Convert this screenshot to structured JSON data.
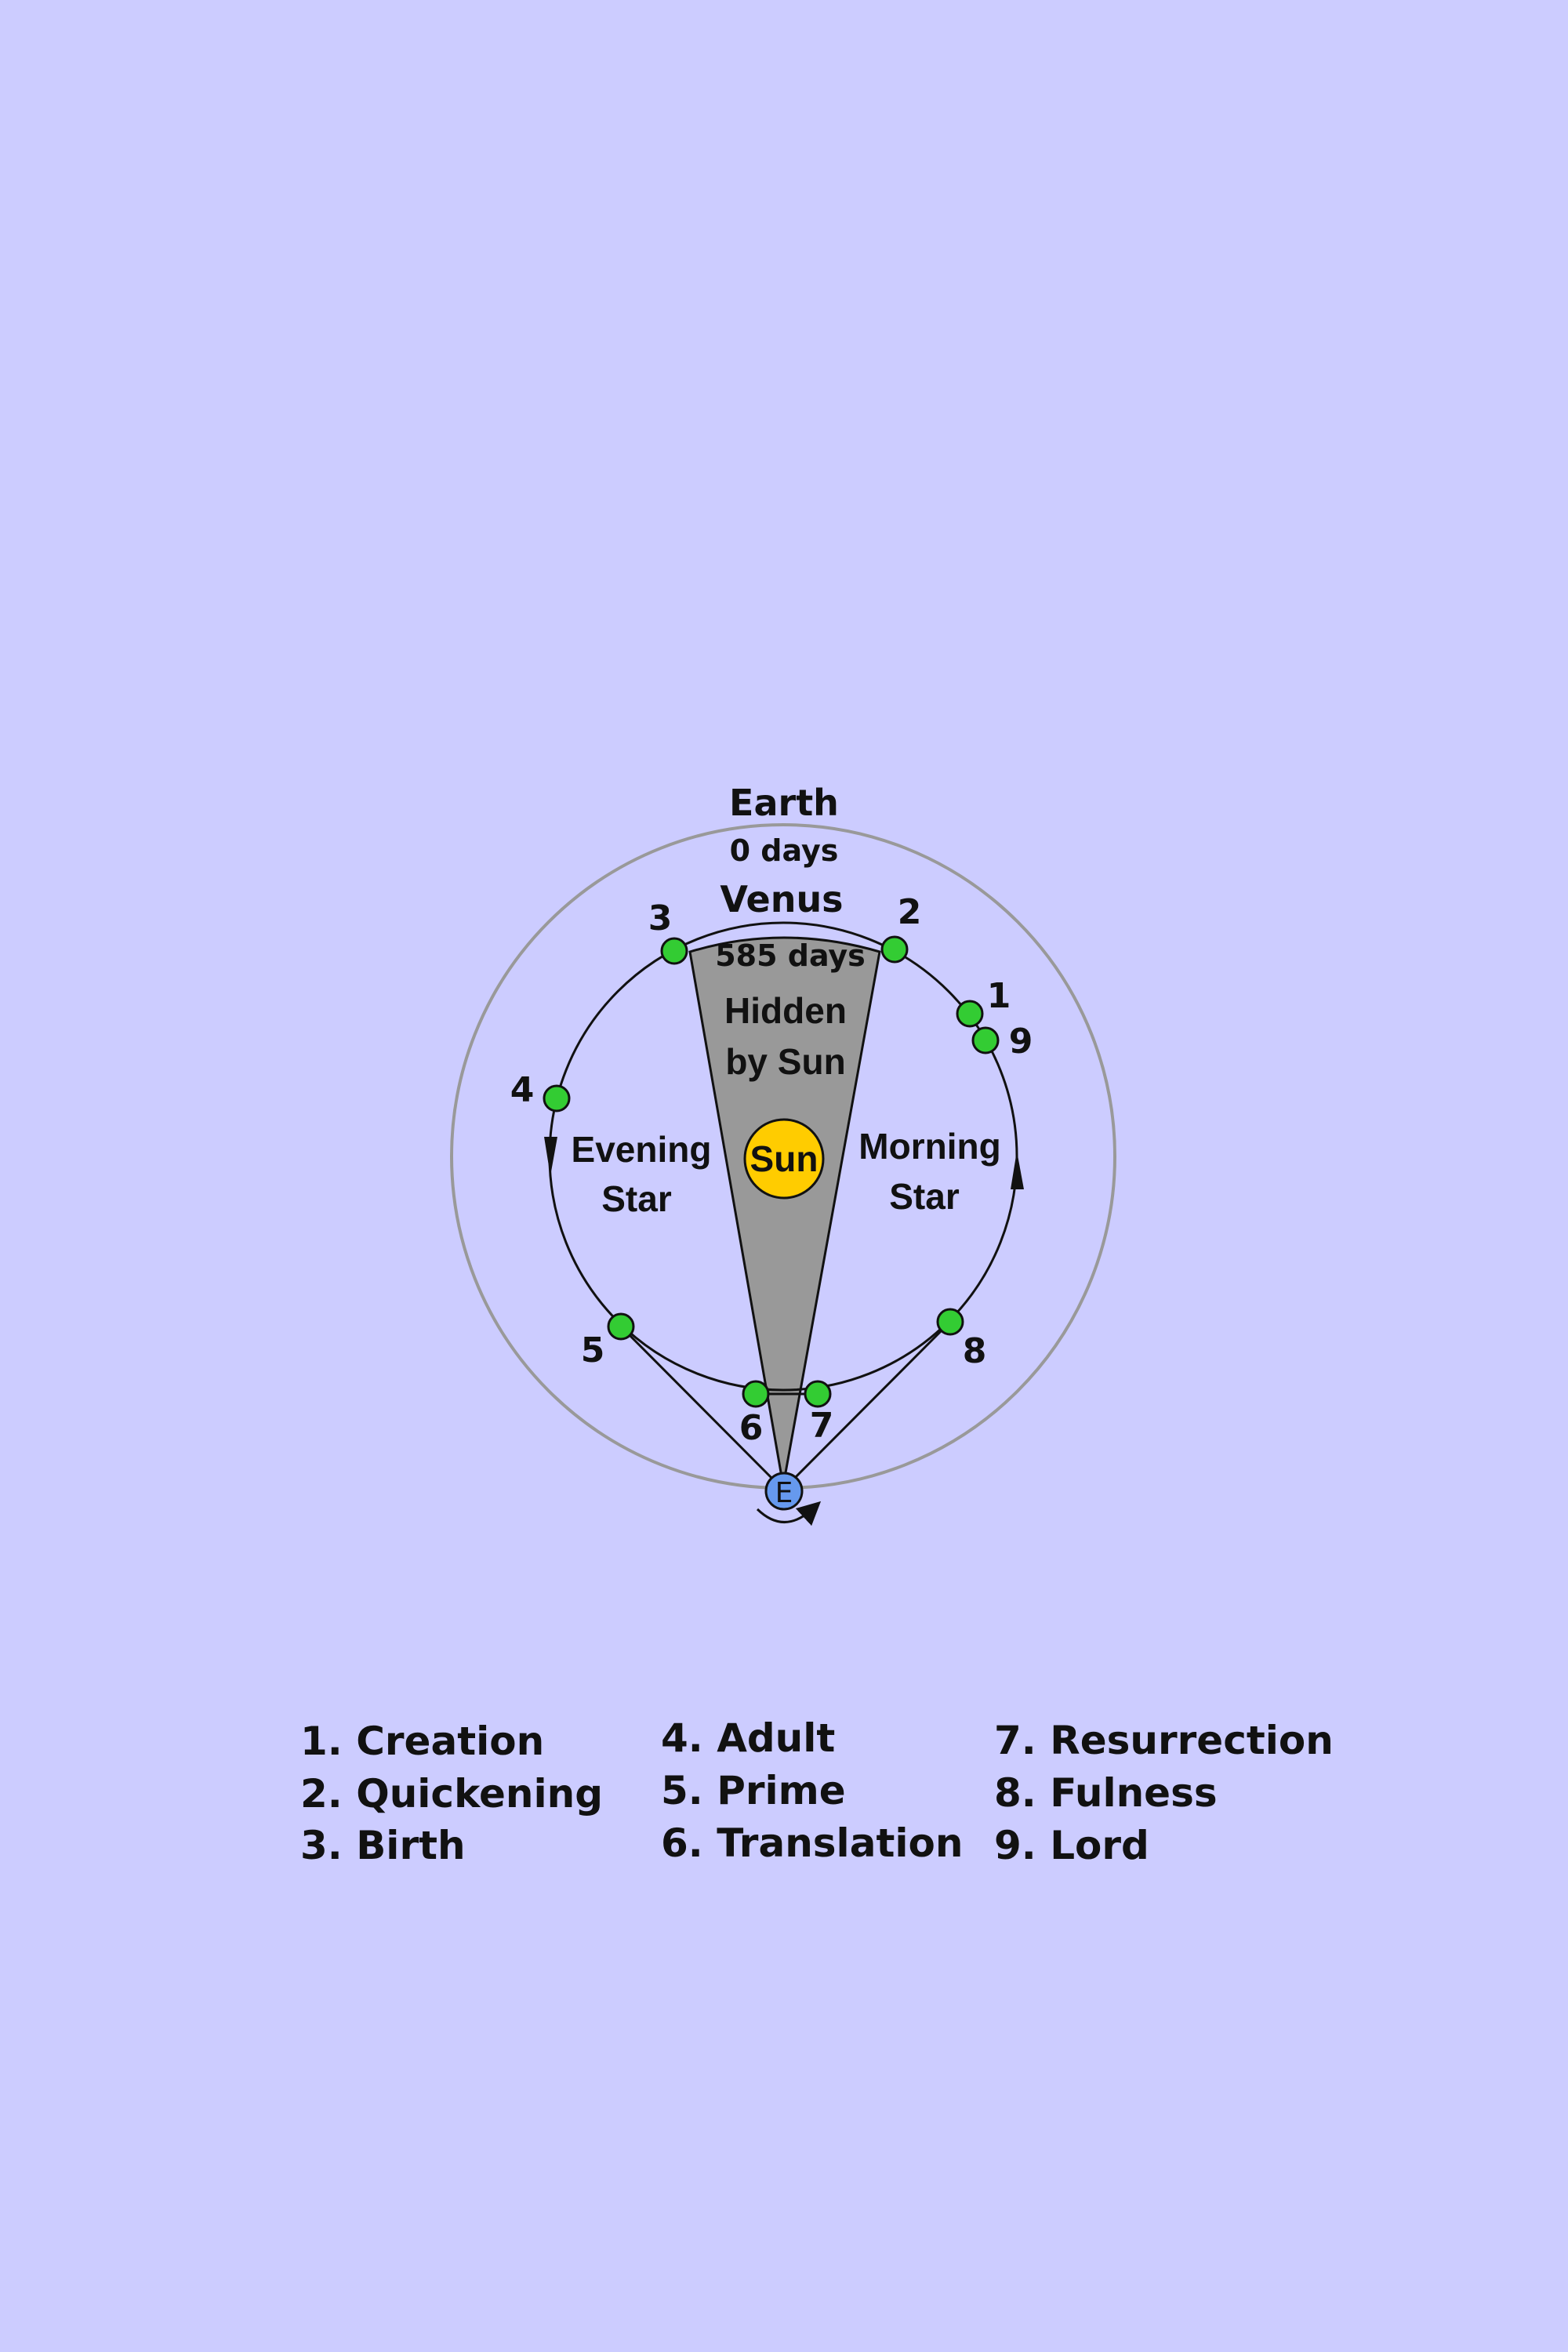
{
  "diagram": {
    "earth_label": "Earth",
    "earth_days": "0 days",
    "venus_label": "Venus",
    "venus_days": "585 days",
    "hidden_line1": "Hidden",
    "hidden_line2": "by Sun",
    "sun_label": "Sun",
    "evening_line1": "Evening",
    "evening_line2": "Star",
    "morning_line1": "Morning",
    "morning_line2": "Star",
    "earth_marker": "E",
    "point_numbers": [
      "1",
      "2",
      "3",
      "4",
      "5",
      "6",
      "7",
      "8",
      "9"
    ],
    "colors": {
      "background": "#ccccff",
      "hidden_sector": "#999999",
      "sun": "#ffcc00",
      "earth": "#6699ee",
      "points": "#33cc33",
      "outer_orbit": "#999999"
    }
  },
  "legend": [
    "1. Creation",
    "2. Quickening",
    "3. Birth",
    "4. Adult",
    "5. Prime",
    "6. Translation",
    "7. Resurrection",
    "8. Fulness",
    "9. Lord"
  ]
}
